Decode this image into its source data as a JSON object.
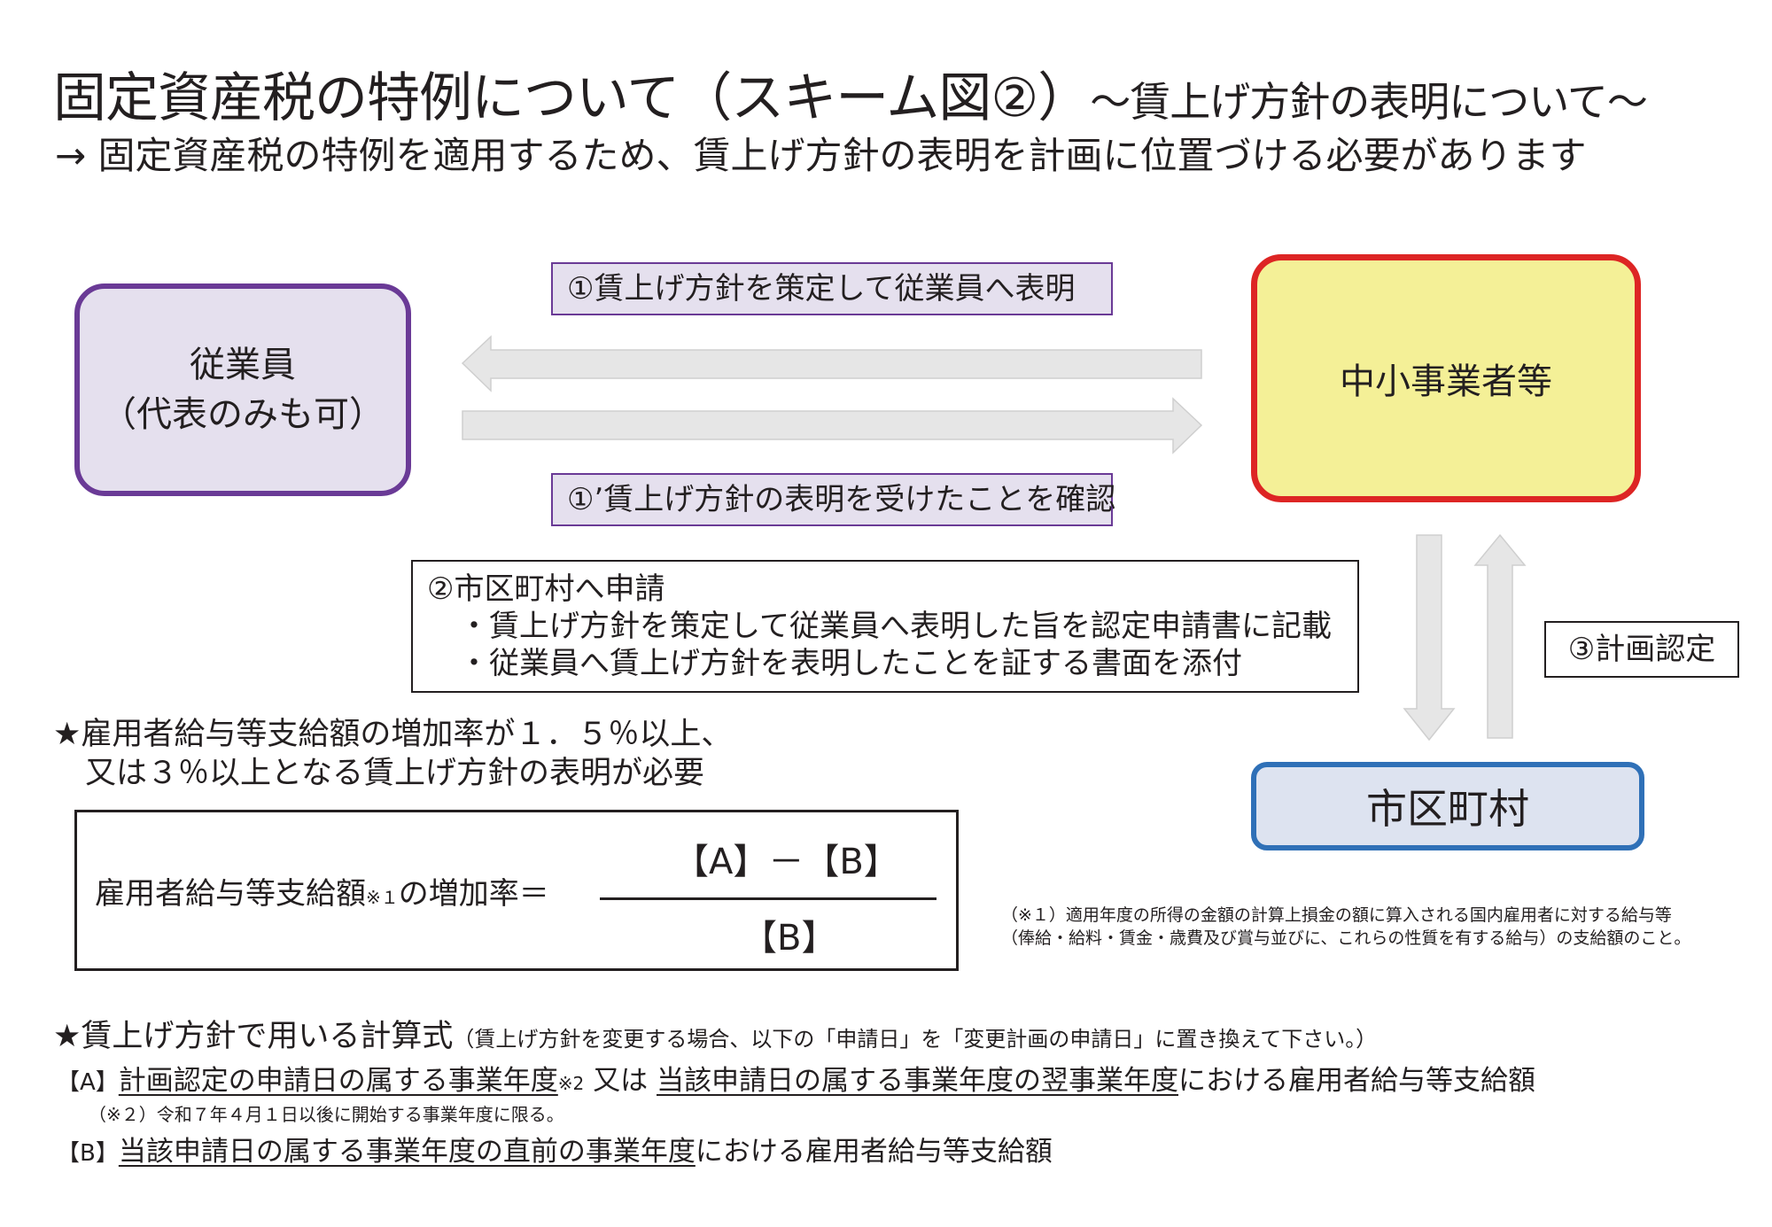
{
  "title": {
    "main": "固定資産税の特例について（スキーム図②）",
    "sub": "〜賃上げ方針の表明について〜"
  },
  "subtitle": "→  固定資産税の特例を適用するため、賃上げ方針の表明を計画に位置づける必要があります",
  "nodes": {
    "employee_line1": "従業員",
    "employee_line2": "（代表のみも可）",
    "sme": "中小事業者等",
    "city": "市区町村"
  },
  "flows": {
    "step1": "①賃上げ方針を策定して従業員へ表明",
    "step1_confirm": "①’賃上げ方針の表明を受けたことを確認",
    "step2_title": "②市区町村へ申請",
    "step2_bullet1": "・賃上げ方針を策定して従業員へ表明した旨を認定申請書に記載",
    "step2_bullet2": "・従業員へ賃上げ方針を表明したことを証する書面を添付",
    "step3": "③計画認定"
  },
  "requirement": {
    "line1": "★雇用者給与等支給額の増加率が１．５％以上、",
    "line2": "又は３％以上となる賃上げ方針の表明が必要"
  },
  "formula": {
    "lhs_text": "雇用者給与等支給額",
    "lhs_note": "※１",
    "lhs_suffix": "の増加率＝",
    "numerator": "【A】－【B】",
    "denominator": "【B】"
  },
  "note1": {
    "line1": "（※１）適用年度の所得の金額の計算上損金の額に算入される国内雇用者に対する給与等",
    "line2": "（俸給・給料・賃金・歳費及び賞与並びに、これらの性質を有する給与）の支給額のこと。"
  },
  "calc": {
    "heading": "★賃上げ方針で用いる計算式",
    "heading_note": "（賃上げ方針を変更する場合、以下の「申請日」を「変更計画の申請日」に置き換えて下さい。）",
    "a_mark": "【A】",
    "a_part1": "計画認定の申請日の属する事業年度",
    "a_note": "※2",
    "a_mid": " 又は ",
    "a_part2": "当該申請日の属する事業年度の翌事業年度",
    "a_suffix": "における雇用者給与等支給額",
    "note2": "（※２）令和７年４月１日以後に開始する事業年度に限る。",
    "b_mark": "【B】",
    "b_part1": "当該申請日の属する事業年度の直前の事業年度",
    "b_suffix": "における雇用者給与等支給額"
  },
  "colors": {
    "employee_fill": "#e5e0ee",
    "employee_border": "#6a3a96",
    "sme_fill": "#f4f097",
    "sme_border": "#dd2524",
    "city_fill": "#dde3f0",
    "city_border": "#2f70b7",
    "arrow_fill": "#e6e6e6",
    "arrow_stroke": "#cfcfcf"
  }
}
